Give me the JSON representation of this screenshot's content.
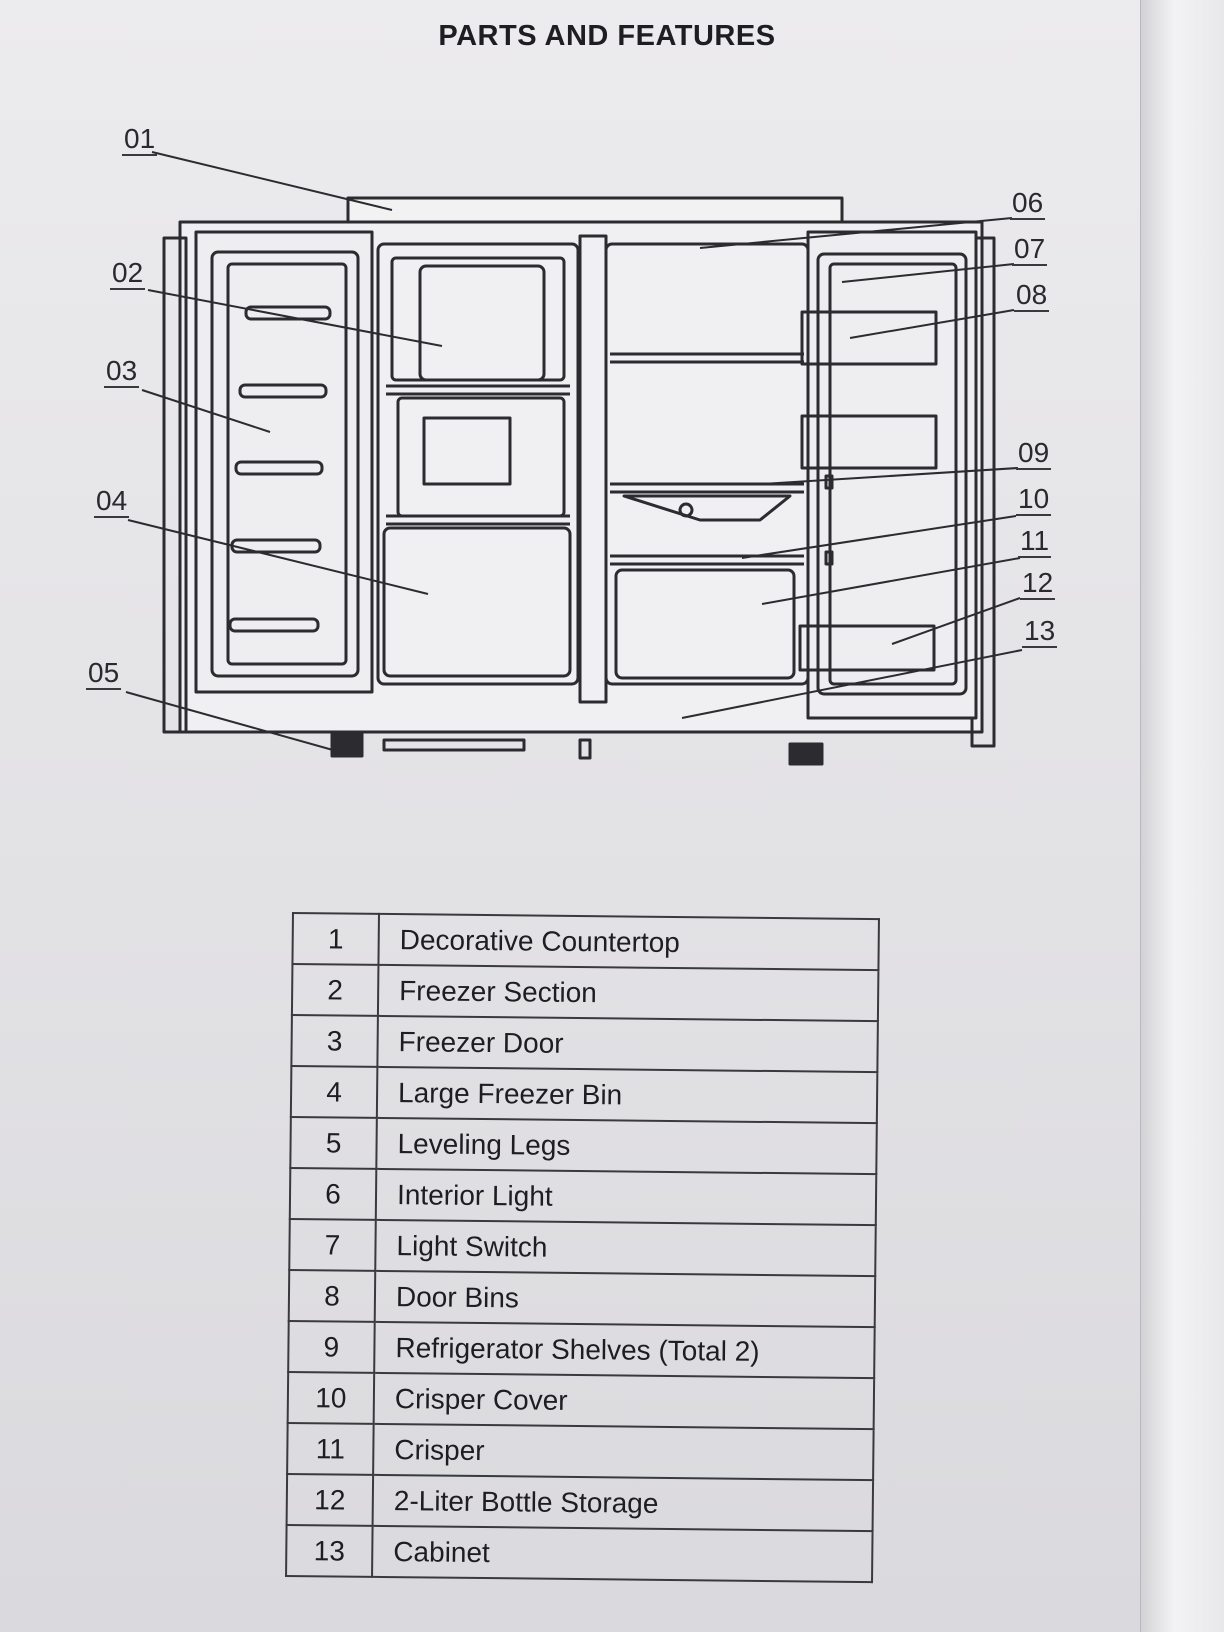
{
  "title": "PARTS AND FEATURES",
  "callouts": [
    "01",
    "02",
    "03",
    "04",
    "05",
    "06",
    "07",
    "08",
    "09",
    "10",
    "11",
    "12",
    "13"
  ],
  "parts": [
    {
      "num": "1",
      "name": "Decorative Countertop"
    },
    {
      "num": "2",
      "name": "Freezer Section"
    },
    {
      "num": "3",
      "name": "Freezer Door"
    },
    {
      "num": "4",
      "name": "Large Freezer Bin"
    },
    {
      "num": "5",
      "name": "Leveling Legs"
    },
    {
      "num": "6",
      "name": "Interior Light"
    },
    {
      "num": "7",
      "name": "Light Switch"
    },
    {
      "num": "8",
      "name": "Door Bins"
    },
    {
      "num": "9",
      "name": "Refrigerator Shelves (Total 2)"
    },
    {
      "num": "10",
      "name": "Crisper Cover"
    },
    {
      "num": "11",
      "name": "Crisper"
    },
    {
      "num": "12",
      "name": "2-Liter Bottle Storage"
    },
    {
      "num": "13",
      "name": "Cabinet"
    }
  ]
}
